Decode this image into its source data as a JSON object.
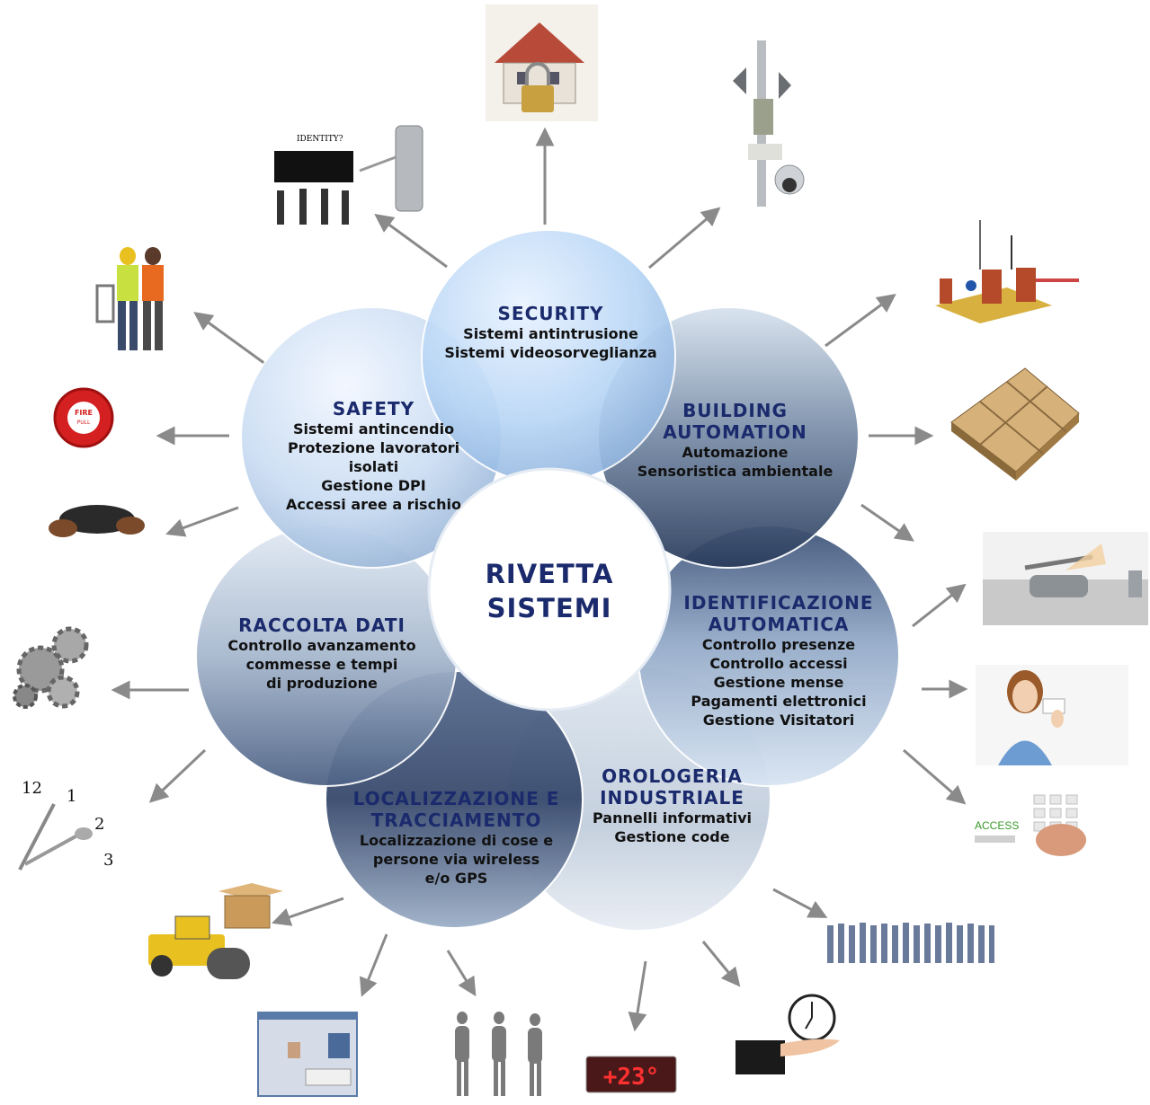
{
  "center": {
    "line1": "RIVETTA",
    "line2": "SISTEMI"
  },
  "petals": {
    "security": {
      "title": "SECURITY",
      "lines": [
        "Sistemi antintrusione",
        "Sistemi videosorveglianza"
      ]
    },
    "building": {
      "title1": "BUILDING",
      "title2": "AUTOMATION",
      "lines": [
        "Automazione",
        "Sensoristica ambientale"
      ]
    },
    "safety": {
      "title": "SAFETY",
      "lines": [
        "Sistemi antincendio",
        "Protezione lavoratori",
        "isolati",
        "Gestione DPI",
        "Accessi aree a rischio"
      ]
    },
    "raccolta": {
      "title": "RACCOLTA DATI",
      "lines": [
        "Controllo avanzamento",
        "commesse e tempi",
        "di produzione"
      ]
    },
    "identificazione": {
      "title1": "IDENTIFICAZIONE",
      "title2": "AUTOMATICA",
      "lines": [
        "Controllo presenze",
        "Controllo accessi",
        "Gestione mense",
        "Pagamenti elettronici",
        "Gestione Visitatori"
      ]
    },
    "localizzazione": {
      "title1": "LOCALIZZAZIONE E",
      "title2": "TRACCIAMENTO",
      "lines": [
        "Localizzazione di cose e",
        "persone via wireless",
        "e/o GPS"
      ]
    },
    "orologeria": {
      "title1": "OROLOGERIA",
      "title2": "INDUSTRIALE",
      "lines": [
        "Pannelli informativi",
        "Gestione code"
      ]
    }
  },
  "image_text": {
    "identity_caption": "IDENTITY?",
    "fire_alarm": "FIRE",
    "fire_alarm_sub": "PULL",
    "clock_numbers": [
      "12",
      "1",
      "2",
      "3"
    ],
    "access_label": "ACCESS",
    "display_temp": "+23°"
  },
  "colors": {
    "title_blue": "#1a2a6c",
    "arrow_gray": "#8a8a8a",
    "light_petal": "#bcd6f2",
    "dark_petal": "#2e3e5c"
  }
}
